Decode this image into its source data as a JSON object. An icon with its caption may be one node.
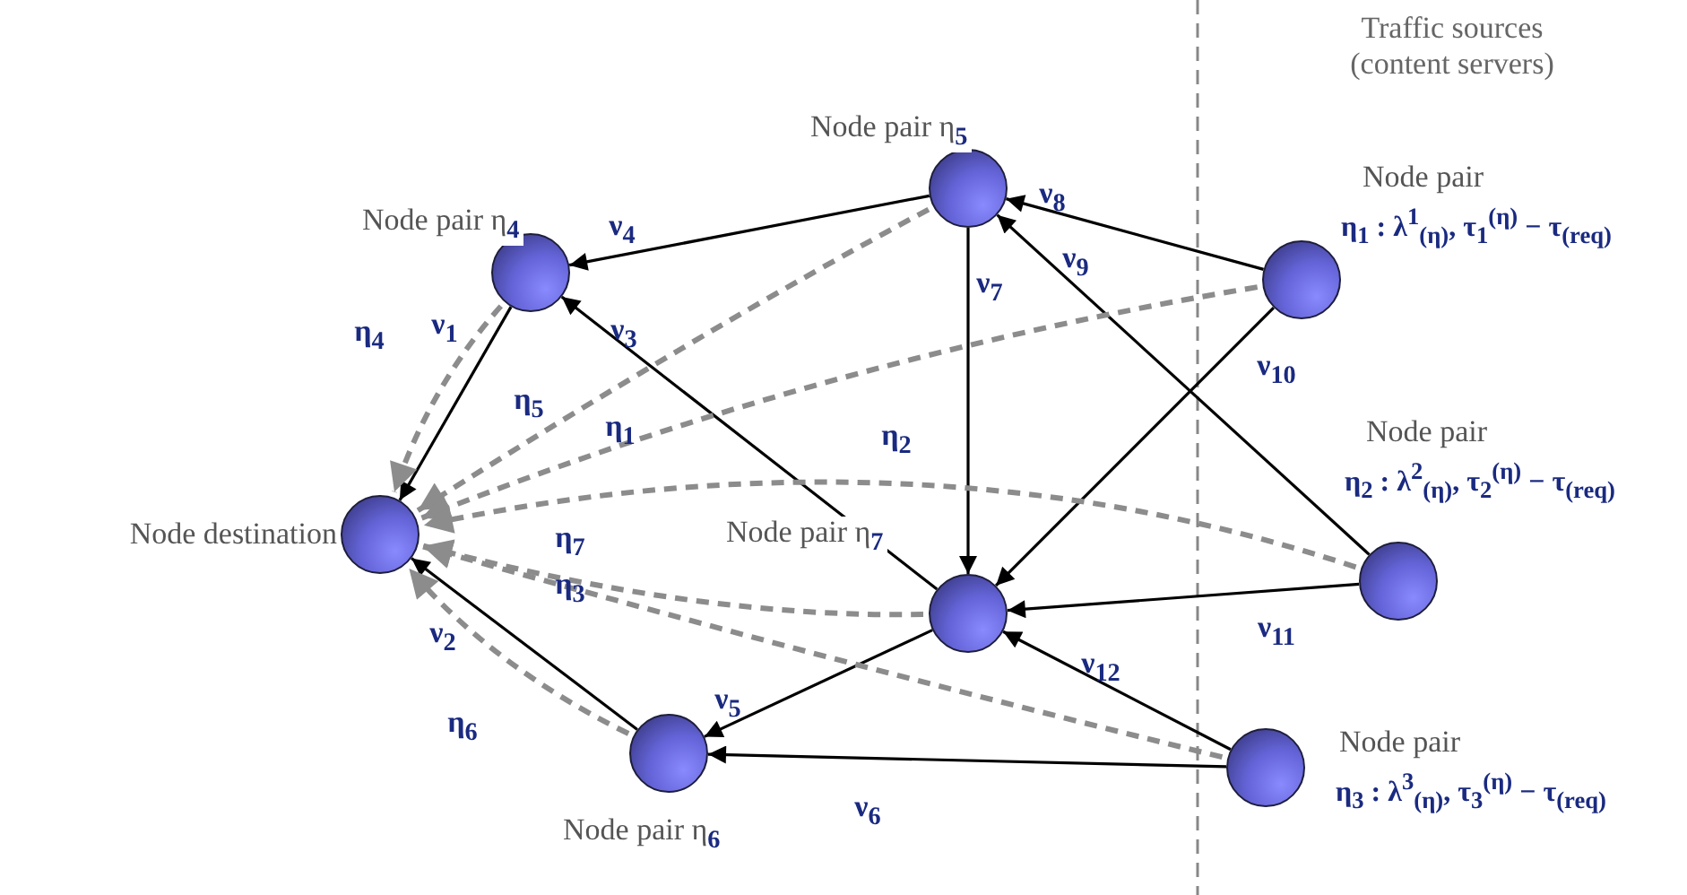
{
  "diagram": {
    "nodes": [
      {
        "text": [],
        "shape": "circle",
        "beside": [
          "Node destination"
        ]
      },
      {
        "text": [],
        "shape": "circle",
        "beside": [
          "Node pair η$_{4}$"
        ]
      },
      {
        "text": [],
        "shape": "circle",
        "beside": [
          "Node pair η$_{5}$"
        ]
      },
      {
        "text": [],
        "shape": "circle",
        "beside": [
          "Node pair η$_{7}$"
        ]
      },
      {
        "text": [],
        "shape": "circle",
        "beside": [
          "Node pair η$_{6}$"
        ]
      },
      {
        "text": [],
        "shape": "circle",
        "beside": [
          "Node pair",
          "η$_{1}$ : λ$^{1}$$_{(η)}$, τ$_{1}$$^{(η)}$ − τ$_{(req)}$"
        ]
      },
      {
        "text": [],
        "shape": "circle",
        "beside": [
          "Node pair",
          "η$_{2}$ : λ$^{2}$$_{(η)}$, τ$_{2}$$^{(η)}$ − τ$_{(req)}$"
        ]
      },
      {
        "text": [],
        "shape": "circle",
        "beside": [
          "Node pair",
          "η$_{3}$ : λ$^{3}$$_{(η)}$, τ$_{3}$$^{(η)}$ − τ$_{(req)}$"
        ]
      }
    ],
    "edges": [
      {
        "from": 2,
        "to": 1,
        "arrow": "to",
        "label": "ν$_{4}$"
      },
      {
        "from": 1,
        "to": 0,
        "arrow": "to",
        "label": "ν$_{1}$"
      },
      {
        "from": 3,
        "to": 1,
        "arrow": "to",
        "label": "ν$_{3}$"
      },
      {
        "from": 2,
        "to": 3,
        "arrow": "to",
        "label": "ν$_{7}$"
      },
      {
        "from": 5,
        "to": 2,
        "arrow": "to",
        "label": "ν$_{8}$"
      },
      {
        "from": 6,
        "to": 2,
        "arrow": "to",
        "label": "ν$_{9}$"
      },
      {
        "from": 5,
        "to": 3,
        "arrow": "to",
        "label": "ν$_{10}$"
      },
      {
        "from": 6,
        "to": 3,
        "arrow": "to",
        "label": "ν$_{11}$"
      },
      {
        "from": 7,
        "to": 3,
        "arrow": "to",
        "label": "ν$_{12}$"
      },
      {
        "from": 3,
        "to": 4,
        "arrow": "to",
        "label": "ν$_{5}$"
      },
      {
        "from": 7,
        "to": 4,
        "arrow": "to",
        "label": "ν$_{6}$"
      },
      {
        "from": 4,
        "to": 0,
        "arrow": "to",
        "label": "ν$_{2}$"
      },
      {
        "from": 1,
        "to": 0,
        "arrow": "to",
        "label": "η$_{4}$",
        "style": "dashed",
        "color": "#8c8c8c"
      },
      {
        "from": 2,
        "to": 0,
        "arrow": "to",
        "label": "η$_{5}$",
        "style": "dashed",
        "color": "#8c8c8c"
      },
      {
        "from": 5,
        "to": 0,
        "arrow": "to",
        "label": "η$_{1}$",
        "style": "dashed",
        "color": "#8c8c8c"
      },
      {
        "from": 6,
        "to": 0,
        "arrow": "to",
        "label": "η$_{2}$",
        "style": "dashed",
        "color": "#8c8c8c"
      },
      {
        "from": 3,
        "to": 0,
        "arrow": "to",
        "label": "η$_{7}$",
        "style": "dashed",
        "color": "#8c8c8c"
      },
      {
        "from": 7,
        "to": 0,
        "arrow": "to",
        "label": "η$_{3}$",
        "style": "dashed",
        "color": "#8c8c8c"
      },
      {
        "from": 4,
        "to": 0,
        "arrow": "to",
        "label": "η$_{6}$",
        "style": "dashed",
        "color": "#8c8c8c"
      }
    ],
    "labels": [
      "Traffic sources (content servers)"
    ]
  }
}
